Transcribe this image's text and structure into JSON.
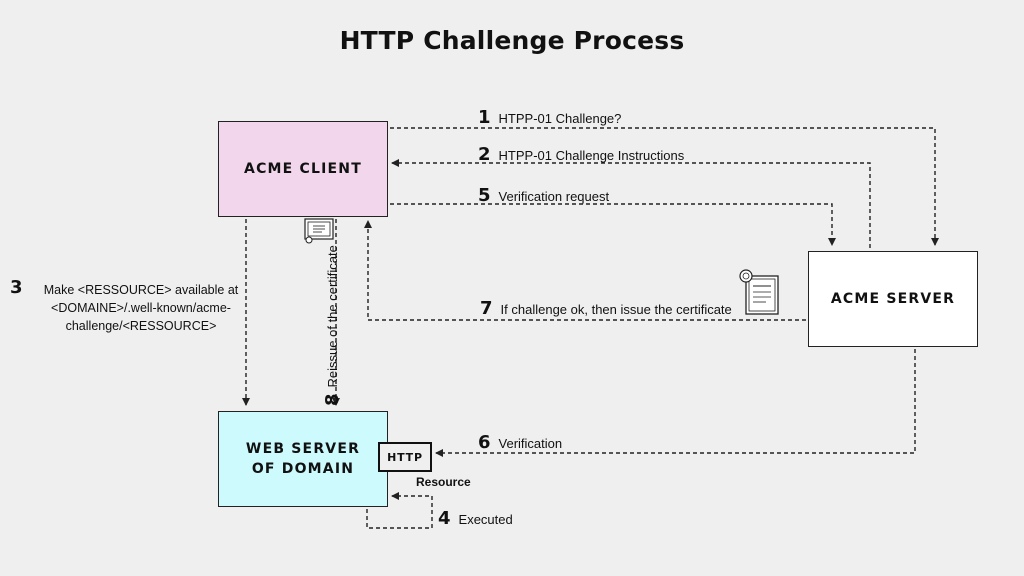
{
  "title": "HTTP Challenge Process",
  "nodes": {
    "client": "ACME CLIENT",
    "server": "ACME SERVER",
    "web": "WEB SERVER\nOF DOMAIN",
    "http": "HTTP",
    "resource": "Resource"
  },
  "steps": [
    {
      "num": "1",
      "text": "HTPP-01 Challenge?"
    },
    {
      "num": "2",
      "text": "HTPP-01 Challenge Instructions"
    },
    {
      "num": "3",
      "text": "Make <RESSOURCE> available at <DOMAINE>/.well-known/acme-challenge/<RESSOURCE>"
    },
    {
      "num": "4",
      "text": "Executed"
    },
    {
      "num": "5",
      "text": "Verification request"
    },
    {
      "num": "6",
      "text": "Verification"
    },
    {
      "num": "7",
      "text": "If challenge ok, then issue the certificate"
    },
    {
      "num": "8",
      "text": "Reissue of the certificate"
    }
  ],
  "icons": [
    "certificate-icon",
    "certificate-icon"
  ],
  "colors": {
    "background": "#f0efef",
    "client_fill": "#f2d7ec",
    "server_fill": "#ffffff",
    "web_fill": "#cdfafd",
    "line": "#222222"
  }
}
